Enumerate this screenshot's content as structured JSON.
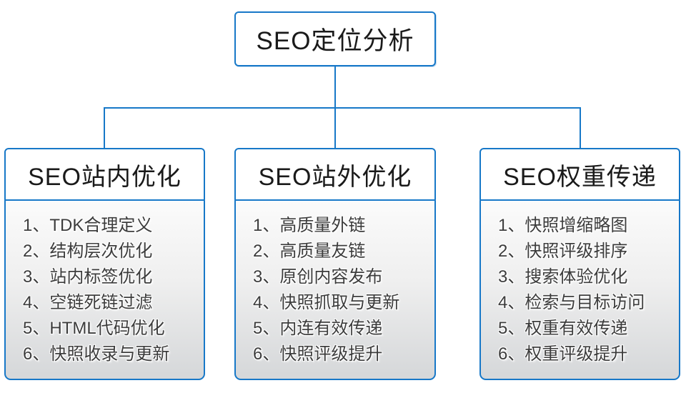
{
  "root": {
    "title": "SEO定位分析"
  },
  "columns": [
    {
      "title": "SEO站内优化",
      "items": [
        "1、TDK合理定义",
        "2、结构层次优化",
        "3、站内标签优化",
        "4、空链死链过滤",
        "5、HTML代码优化",
        "6、快照收录与更新"
      ]
    },
    {
      "title": "SEO站外优化",
      "items": [
        "1、高质量外链",
        "2、高质量友链",
        "3、原创内容发布",
        "4、快照抓取与更新",
        "5、内连有效传递",
        "6、快照评级提升"
      ]
    },
    {
      "title": "SEO权重传递",
      "items": [
        "1、快照增缩略图",
        "2、快照评级排序",
        "3、搜索体验优化",
        "4、检索与目标访问",
        "5、权重有效传递",
        "6、权重评级提升"
      ]
    }
  ],
  "colors": {
    "accent_blue": "#1778c8",
    "list_gradient_top": "#fbfbfb",
    "list_gradient_bottom": "#d5d7d9",
    "text_dark": "#1a1a1a",
    "text_list": "#3c3c3c"
  }
}
